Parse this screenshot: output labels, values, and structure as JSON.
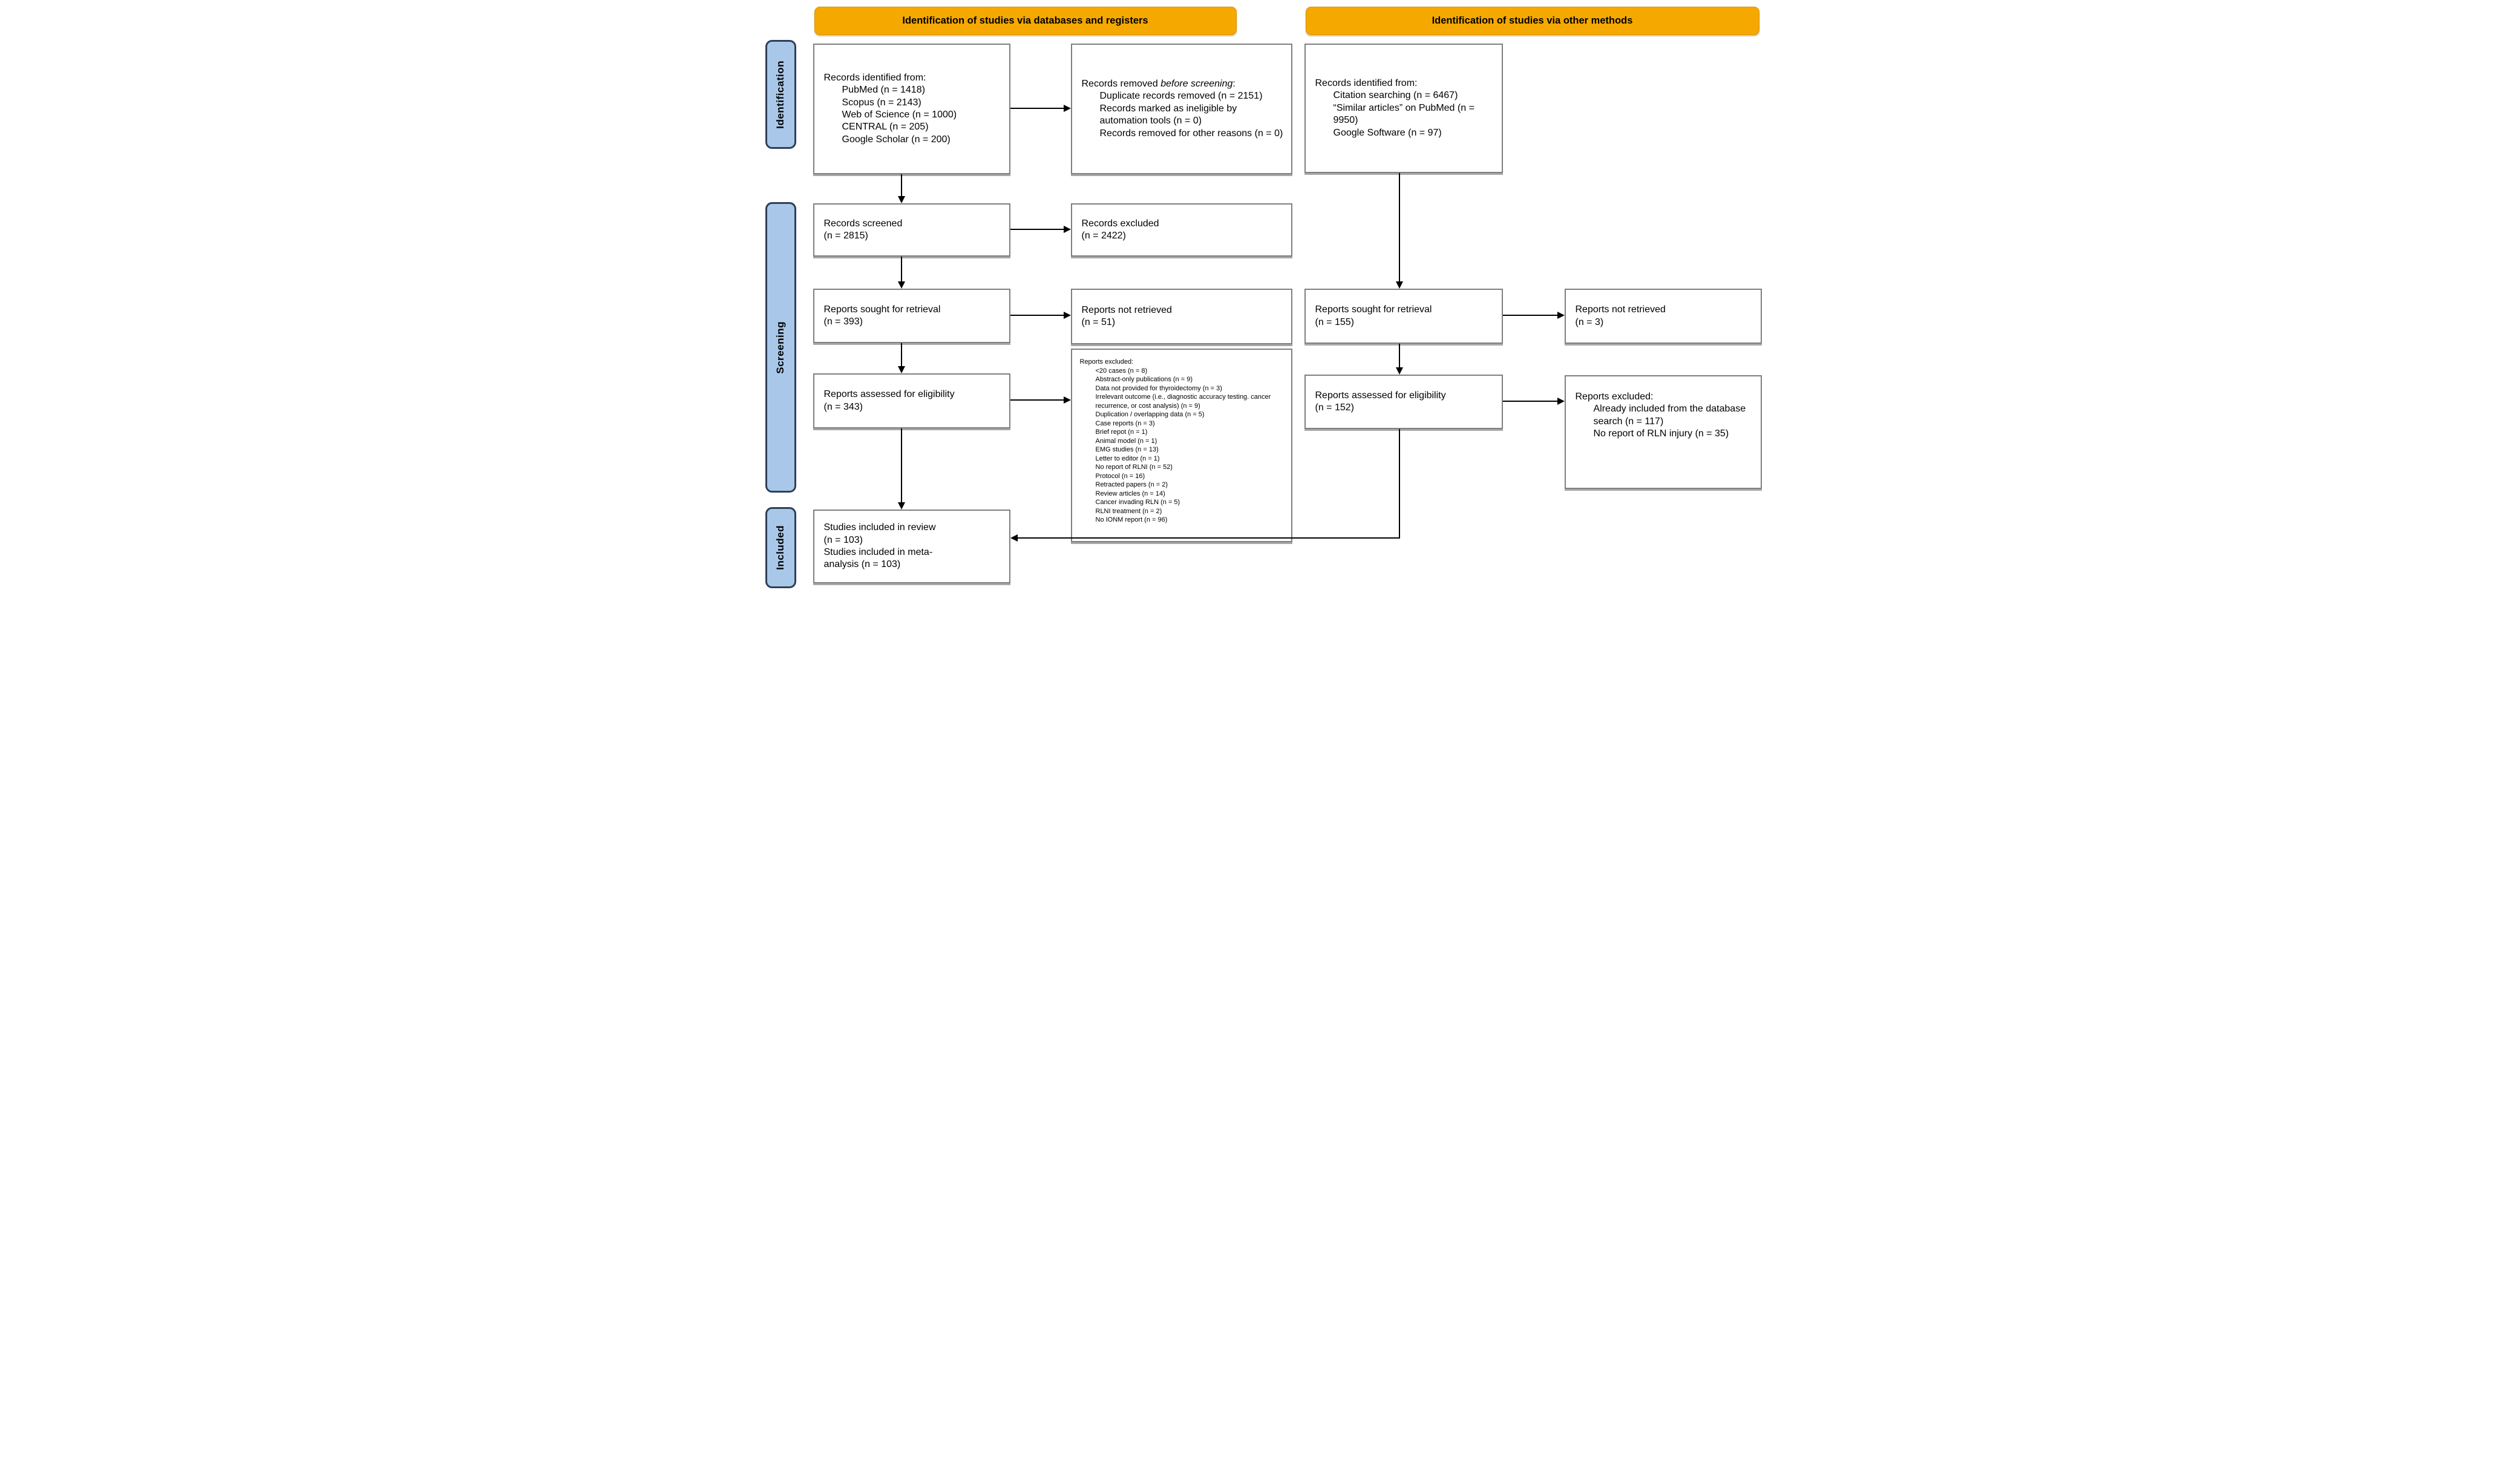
{
  "headers": {
    "databases": "Identification of studies via databases and registers",
    "other": "Identification of studies via other methods"
  },
  "stages": {
    "identification": "Identification",
    "screening": "Screening",
    "included": "Included"
  },
  "colors": {
    "header_bg": "#F5A800",
    "stage_bg": "#A9C8E9",
    "stage_border": "#2F3F57",
    "box_border": "#7F7F7F",
    "arrow": "#000000"
  },
  "boxes": {
    "db_identified": {
      "title": "Records identified from:",
      "items": [
        "PubMed (n = 1418)",
        "Scopus (n = 2143)",
        "Web of Science (n = 1000)",
        "CENTRAL (n = 205)",
        "Google Scholar (n = 200)"
      ]
    },
    "db_removed": {
      "title_prefix": "Records removed ",
      "title_italic": "before screening",
      "title_suffix": ":",
      "items": [
        "Duplicate records removed (n = 2151)",
        "Records marked as ineligible by automation tools (n = 0)",
        "Records removed for other reasons (n = 0)"
      ]
    },
    "other_identified": {
      "title": "Records identified from:",
      "items": [
        "Citation searching (n = 6467)",
        "“Similar articles” on PubMed (n = 9950)",
        "Google Software (n = 97)"
      ]
    },
    "db_screened": {
      "lines": "Records screened\n(n = 2815)"
    },
    "db_excluded_records": {
      "lines": "Records excluded\n(n = 2422)"
    },
    "db_sought": {
      "lines": "Reports sought for retrieval\n(n = 393)"
    },
    "db_not_retrieved": {
      "lines": "Reports not retrieved\n(n = 51)"
    },
    "db_assessed": {
      "lines": "Reports assessed for eligibility\n(n = 343)"
    },
    "db_excluded_reports": {
      "title": "Reports excluded:",
      "items": [
        "<20 cases (n = 8)",
        "Abstract-only publications (n = 9)",
        "Data not provided for thyroidectomy (n = 3)",
        "Irrelevant outcome (i.e., diagnostic accuracy testing. cancer recurrence, or cost analysis) (n = 9)",
        "Duplication / overlapping data (n = 5)",
        "Case reports (n = 3)",
        "Brief repot (n = 1)",
        "Animal model (n = 1)",
        "EMG studies (n = 13)",
        "Letter to editor (n = 1)",
        "No report of RLNI (n = 52)",
        "Protocol (n = 16)",
        "Retracted papers (n = 2)",
        "Review articles (n = 14)",
        "Cancer invading RLN (n = 5)",
        "RLNI treatment (n = 2)",
        "No IONM report (n = 96)"
      ]
    },
    "other_sought": {
      "lines": "Reports sought for retrieval\n(n = 155)"
    },
    "other_not_retrieved": {
      "lines": "Reports not retrieved\n(n = 3)"
    },
    "other_assessed": {
      "lines": "Reports assessed for eligibility\n(n = 152)"
    },
    "other_excluded_reports": {
      "title": "Reports excluded:",
      "items": [
        "Already included from the database search (n = 117)",
        "No report of RLN injury (n = 35)"
      ]
    },
    "included": {
      "lines": "Studies included in review\n(n = 103)\nStudies included in meta-\nanalysis (n = 103)"
    }
  }
}
